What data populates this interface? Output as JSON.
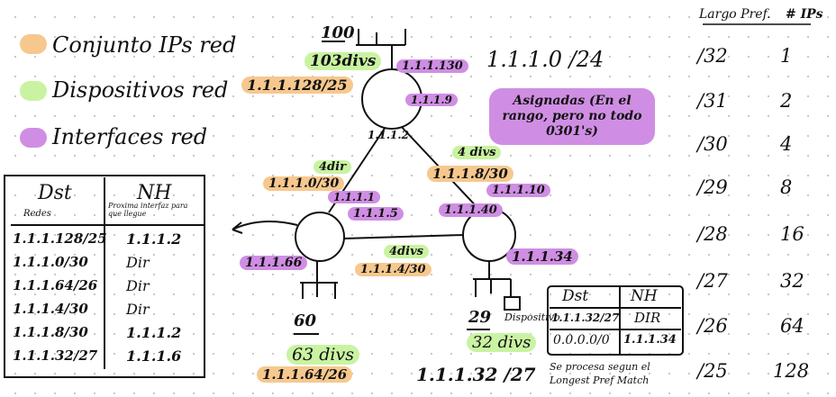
{
  "legend": [
    {
      "label": "Conjunto IPs red",
      "color": "#f6c88e"
    },
    {
      "label": "Dispositivos red",
      "color": "#c9f3a2"
    },
    {
      "label": "Interfaces red",
      "color": "#cf8ee3"
    }
  ],
  "top_network": {
    "prefix": "1.1.1.0 /24",
    "assigned_note": "Asignadas (En el rango, pero no todo 0301's)"
  },
  "routers": {
    "top": {
      "hosts": "100",
      "devices": "103divs",
      "subnet": "1.1.1.128/25",
      "iface_left": "1.1.1.130",
      "iface_right": "1.1.1.9",
      "iface_down": "1.1.1.2"
    },
    "left": {
      "hosts": "60",
      "devices": "63 divs",
      "subnet": "1.1.1.64/26",
      "iface_top": "1.1.1.1",
      "iface_right": "1.1.1.5",
      "iface_lan": "1.1.1.66"
    },
    "right": {
      "hosts": "29",
      "devices": "32 divs",
      "subnet": "1.1.1.32 /27",
      "iface_top": "1.1.1.10",
      "iface_left": "1.1.1.40",
      "iface_lan": "1.1.1.34",
      "device_label": "Dispositivo"
    }
  },
  "links": {
    "left_top": {
      "devices": "4dir",
      "subnet": "1.1.1.0/30"
    },
    "top_right": {
      "devices": "4 divs",
      "subnet": "1.1.1.8/30"
    },
    "left_right": {
      "devices": "4divs",
      "subnet": "1.1.1.4/30"
    }
  },
  "routing_table_left": {
    "headers": [
      "Dst",
      "NH"
    ],
    "subheaders": [
      "Redes",
      "Proxima interfaz para que llegue"
    ],
    "rows": [
      [
        "1.1.1.128/25",
        "1.1.1.2"
      ],
      [
        "1.1.1.0/30",
        "Dir"
      ],
      [
        "1.1.1.64/26",
        "Dir"
      ],
      [
        "1.1.1.4/30",
        "Dir"
      ],
      [
        "1.1.1.8/30",
        "1.1.1.2"
      ],
      [
        "1.1.1.32/27",
        "1.1.1.6"
      ]
    ]
  },
  "routing_table_right": {
    "headers": [
      "Dst",
      "NH"
    ],
    "rows": [
      [
        "1.1.1.32/27",
        "DIR"
      ],
      [
        "0.0.0.0/0",
        "1.1.1.34"
      ]
    ],
    "note": "Se procesa segun el Longest Pref Match"
  },
  "prefix_table": {
    "headers": [
      "Largo Pref.",
      "# IPs"
    ],
    "rows": [
      [
        "/32",
        "1"
      ],
      [
        "/31",
        "2"
      ],
      [
        "/30",
        "4"
      ],
      [
        "/29",
        "8"
      ],
      [
        "/28",
        "16"
      ],
      [
        "/27",
        "32"
      ],
      [
        "/26",
        "64"
      ],
      [
        "/25",
        "128"
      ]
    ]
  }
}
